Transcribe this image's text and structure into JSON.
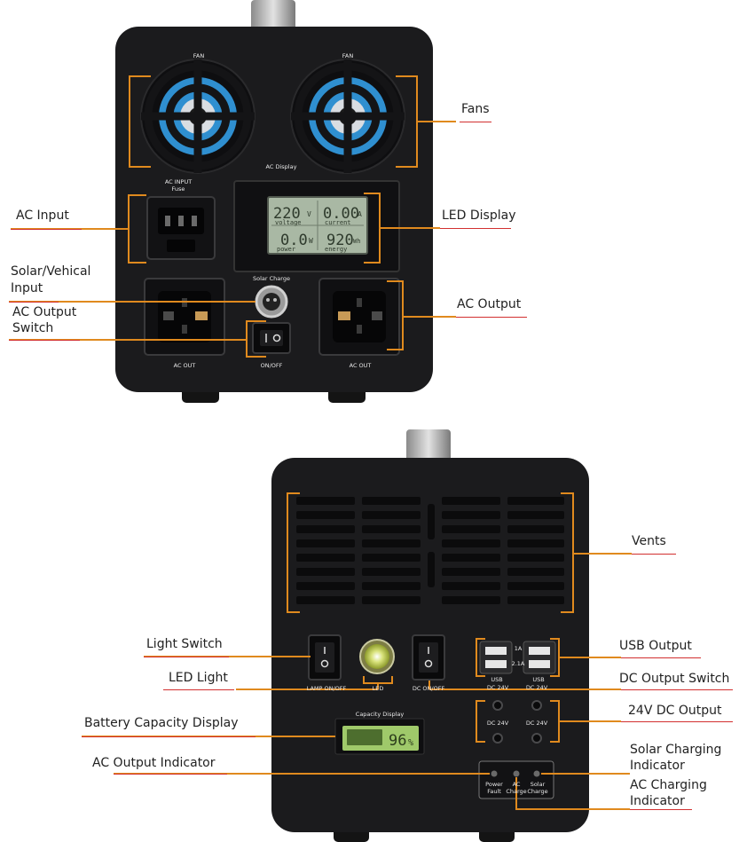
{
  "callouts": {
    "fans": "Fans",
    "ac_input": "AC Input",
    "led_display": "LED Display",
    "solar_input_line1": "Solar/Vehical",
    "solar_input_line2": "Input",
    "ac_output_switch_line1": "AC Output",
    "ac_output_switch_line2": "Switch",
    "ac_output": "AC Output",
    "vents": "Vents",
    "light_switch": "Light Switch",
    "usb_output": "USB Output",
    "led_light": "LED Light",
    "dc_output_switch": "DC Output Switch",
    "dc_24v_output": "24V DC Output",
    "battery_capacity_display": "Battery Capacity Display",
    "solar_charging_line1": "Solar Charging",
    "solar_charging_line2": "Indicator",
    "ac_output_indicator": "AC Output Indicator",
    "ac_charging_line1": "AC Charging",
    "ac_charging_line2": "Indicator"
  },
  "front_panel": {
    "fan_left": "FAN",
    "fan_right": "FAN",
    "ac_display": "AC Display",
    "ac_input_line1": "AC INPUT",
    "ac_input_line2": "Fuse",
    "solar_charge": "Solar Charge",
    "ac_out_left": "AC OUT",
    "ac_out_right": "AC OUT",
    "on_off": "ON/OFF",
    "lcd": {
      "voltage_value": "220",
      "voltage_unit": "V",
      "current_value": "0.00",
      "current_unit": "A",
      "voltage_label": "voltage",
      "current_label": "current",
      "power_value": "0.0",
      "power_unit": "W",
      "energy_value": "920",
      "energy_unit": "Wh",
      "power_label": "power",
      "energy_label": "energy"
    }
  },
  "back_panel": {
    "lamp_on_off": "LAMP ON/OFF",
    "led": "LED",
    "dc_on_off": "DC ON/OFF",
    "usb_left": "USB",
    "usb_right": "USB",
    "usb_1a": "1A",
    "usb_21a": "2.1A",
    "dc24v_top_left": "DC 24V",
    "dc24v_top_right": "DC 24V",
    "dc24v_left": "DC 24V",
    "dc24v_right": "DC 24V",
    "capacity_display": "Capacity Display",
    "capacity_value": "96",
    "capacity_unit": "%",
    "power_fault_line1": "Power",
    "power_fault_line2": "Fault",
    "ac_charge_line1": "AC",
    "ac_charge_line2": "Charge",
    "solar_charge_line1": "Solar",
    "solar_charge_line2": "Charge"
  },
  "colors": {
    "callout_line": "#e08a1e",
    "underline": "#d23030",
    "body": "#1b1b1d",
    "fan_blade": "#2f8fd0",
    "lcd_green": "#a9b8a4",
    "capacity_lcd": "#9fc96a"
  }
}
